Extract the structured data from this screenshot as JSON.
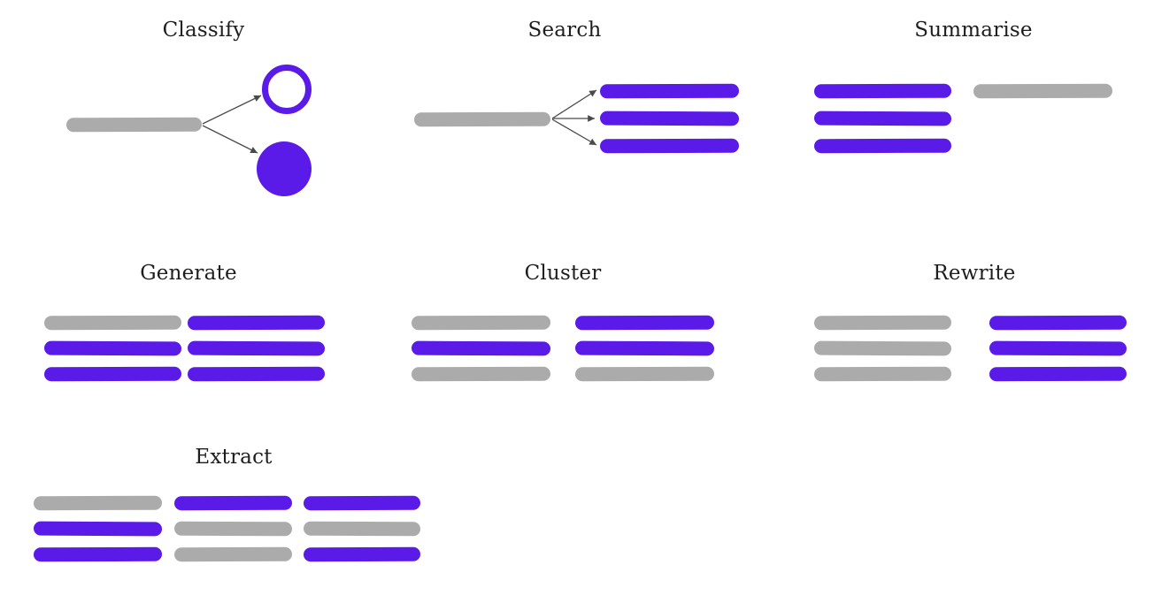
{
  "colors": {
    "purple": "#5a1ae8",
    "gray": "#ababab",
    "arrow": "#4a4a4a",
    "text": "#1e1e1e",
    "bg": "#ffffff"
  },
  "sections": {
    "classify": {
      "title": "Classify",
      "input_bars": [
        "gray"
      ],
      "outputs": [
        "hollow-circle",
        "filled-circle"
      ]
    },
    "search": {
      "title": "Search",
      "input_bars": [
        "gray"
      ],
      "result_bars": [
        "purple",
        "purple",
        "purple"
      ]
    },
    "summarise": {
      "title": "Summarise",
      "source_bars": [
        "purple",
        "purple",
        "purple"
      ],
      "summary_bars": [
        "gray"
      ]
    },
    "generate": {
      "title": "Generate",
      "left_bars": [
        "gray",
        "purple",
        "purple"
      ],
      "right_bars": [
        "purple",
        "purple",
        "purple"
      ]
    },
    "cluster": {
      "title": "Cluster",
      "left_bars": [
        "gray",
        "purple",
        "gray"
      ],
      "right_bars": [
        "purple",
        "purple",
        "gray"
      ]
    },
    "rewrite": {
      "title": "Rewrite",
      "left_bars": [
        "gray",
        "gray",
        "gray"
      ],
      "right_bars": [
        "purple",
        "purple",
        "purple"
      ]
    },
    "extract": {
      "title": "Extract",
      "col1_bars": [
        "gray",
        "purple",
        "purple"
      ],
      "col2_bars": [
        "purple",
        "gray",
        "gray"
      ],
      "col3_bars": [
        "purple",
        "gray",
        "purple"
      ]
    }
  }
}
